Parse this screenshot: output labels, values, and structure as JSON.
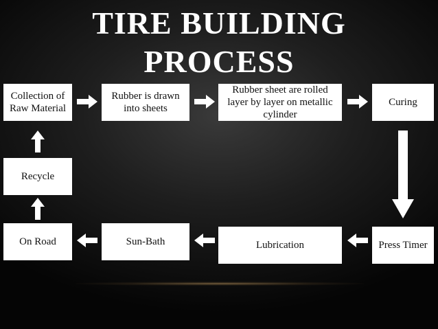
{
  "title": {
    "line1": "TIRE BUILDING",
    "line2": "PROCESS"
  },
  "steps": {
    "collection": "Collection of Raw Material",
    "sheets": "Rubber is drawn into sheets",
    "rolled": "Rubber sheet are rolled layer by layer on metallic cylinder",
    "curing": "Curing",
    "press_timer": "Press Timer",
    "lubrication": "Lubrication",
    "sun_bath": "Sun-Bath",
    "on_road": "On Road",
    "recycle": "Recycle"
  },
  "colors": {
    "box": "#ffffff",
    "arrow": "#ffffff",
    "text": "#111111",
    "background": "#050505"
  }
}
